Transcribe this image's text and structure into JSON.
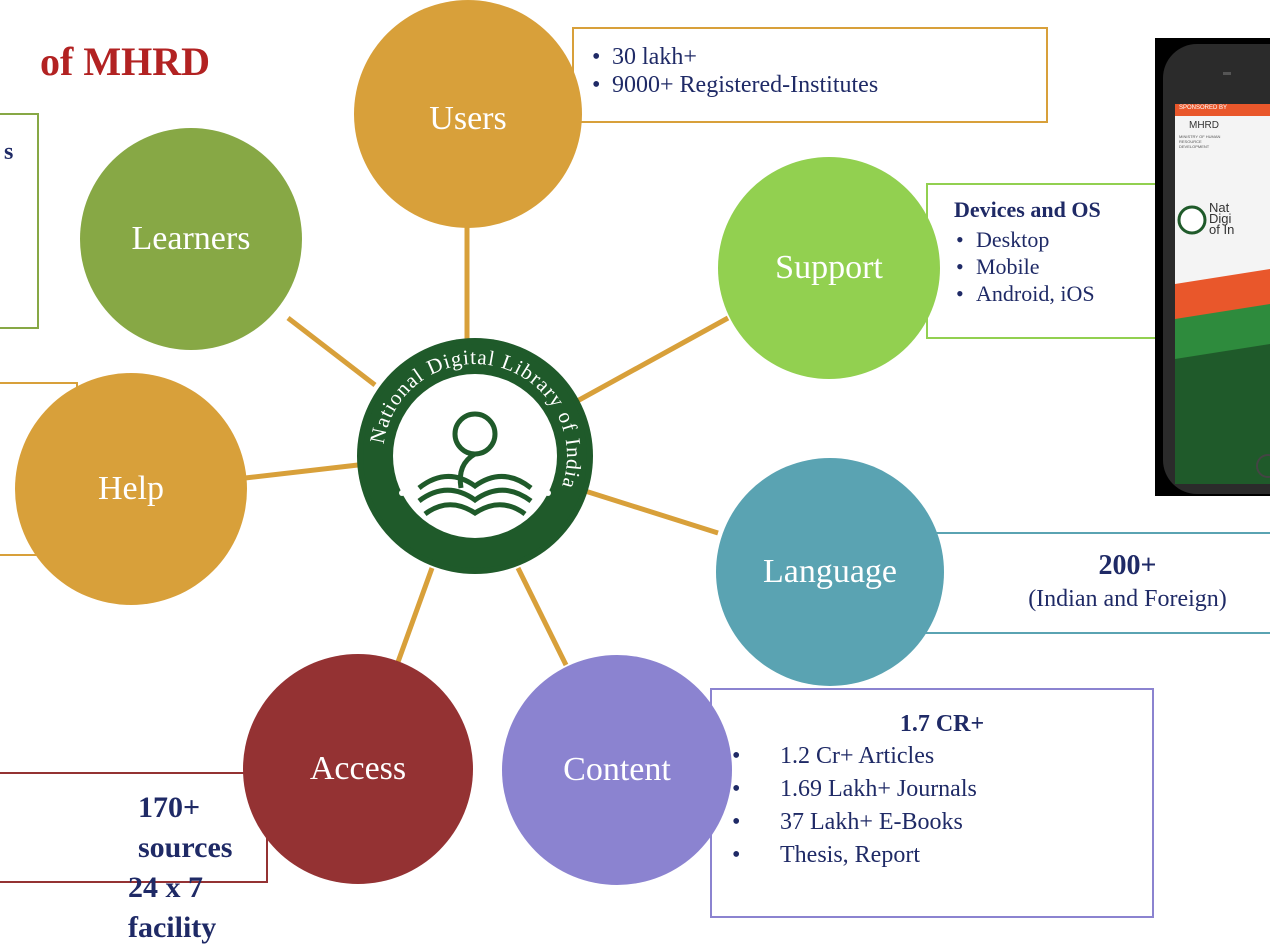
{
  "title": {
    "top_text": "(",
    "main": "of MHRD"
  },
  "hub": {
    "logo_text": "National Digital Library of India"
  },
  "nodes": [
    {
      "label": "Users",
      "color": "#d8a03a"
    },
    {
      "label": "Learners",
      "color": "#87a845"
    },
    {
      "label": "Support",
      "color": "#92d050"
    },
    {
      "label": "Help",
      "color": "#d8a03a"
    },
    {
      "label": "Language",
      "color": "#5aa3b2"
    },
    {
      "label": "Access",
      "color": "#943233"
    },
    {
      "label": "Content",
      "color": "#8b83d0"
    }
  ],
  "boxes": {
    "users": {
      "items": [
        "30 lakh+",
        "9000+ Registered-Institutes"
      ],
      "border": "#d8a03a"
    },
    "learners": {
      "heading": "s",
      "border": "#87a845"
    },
    "support": {
      "heading": "Devices and OS",
      "items": [
        "Desktop",
        "Mobile",
        "Android, iOS"
      ],
      "border": "#92d050"
    },
    "help": {
      "border": "#d8a03a"
    },
    "language": {
      "line1": "200+",
      "line2": "(Indian and Foreign)",
      "border": "#5aa3b2"
    },
    "access": {
      "line1": "170+ sources",
      "line2": "24 x 7 facility",
      "border": "#943233"
    },
    "content": {
      "heading": "1.7 CR+",
      "items": [
        "1.2 Cr+ Articles",
        "1.69 Lakh+ Journals",
        "37 Lakh+ E-Books",
        "Thesis, Report"
      ],
      "border": "#8b83d0"
    }
  },
  "phone": {
    "sponsor": "SPONSORED BY",
    "ministry": "MHRD",
    "ministry_sub": "MINISTRY OF HUMAN RESOURCE DEVELOPMENT",
    "app_name": [
      "Nat",
      "Digi",
      "of In"
    ]
  },
  "colors": {
    "connector": "#d8a03a",
    "title_red": "#b22222",
    "text_navy": "#1f2a66",
    "logo_green": "#1f5a2a"
  }
}
